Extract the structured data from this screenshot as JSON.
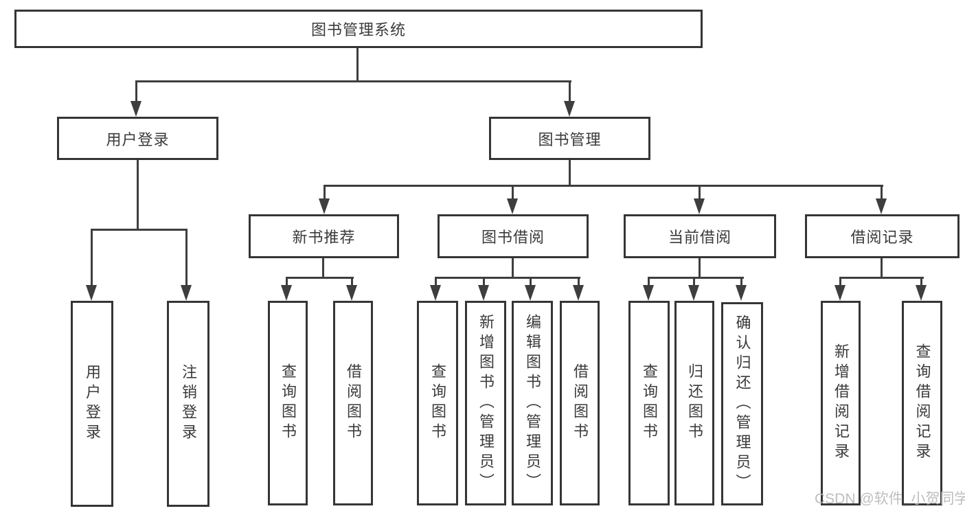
{
  "diagram": {
    "root": {
      "label": "图书管理系统"
    },
    "user_login": {
      "label": "用户登录",
      "children": [
        {
          "label": "用户登录"
        },
        {
          "label": "注销登录"
        }
      ]
    },
    "book_management": {
      "label": "图书管理",
      "groups": [
        {
          "label": "新书推荐",
          "children": [
            {
              "label": "查询图书"
            },
            {
              "label": "借阅图书"
            }
          ]
        },
        {
          "label": "图书借阅",
          "children": [
            {
              "label": "查询图书"
            },
            {
              "label": "新增图书（管理员）"
            },
            {
              "label": "编辑图书（管理员）"
            },
            {
              "label": "借阅图书"
            }
          ]
        },
        {
          "label": "当前借阅",
          "children": [
            {
              "label": "查询图书"
            },
            {
              "label": "归还图书"
            },
            {
              "label": "确认归还（管理员）"
            }
          ]
        },
        {
          "label": "借阅记录",
          "children": [
            {
              "label": "新增借阅记录"
            },
            {
              "label": "查询借阅记录"
            }
          ]
        }
      ]
    }
  },
  "watermark": {
    "text": "CSDN @软件_小贺同学"
  },
  "colors": {
    "line": "#3e3e3e",
    "box_border": "#353535",
    "text": "#3a3a3a",
    "watermark": "#b7b7b7",
    "background": "#ffffff"
  }
}
